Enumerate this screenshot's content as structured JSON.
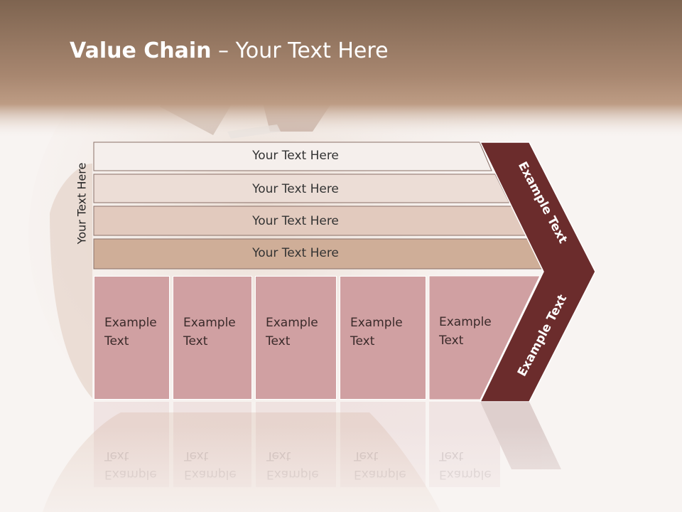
{
  "title": {
    "bold": "Value Chain",
    "rest": " – Your Text Here"
  },
  "side_label": "Your Text Here",
  "layers": [
    {
      "label": "Your Text Here"
    },
    {
      "label": "Your Text Here"
    },
    {
      "label": "Your Text Here"
    },
    {
      "label": "Your Text Here"
    }
  ],
  "boxes": [
    {
      "text": "Example\nText"
    },
    {
      "text": "Example\nText"
    },
    {
      "text": "Example\nText"
    },
    {
      "text": "Example\nText"
    },
    {
      "text": "Example\nText"
    }
  ],
  "chevron": {
    "upper": "Example Text",
    "lower": "Example Text"
  },
  "colors": {
    "header": "#9e7a62",
    "chevron": "#6b2c2c",
    "box_fill": "#d0a0a2",
    "layer_fills": [
      "#f5efec",
      "#ecddd6",
      "#e2cabe",
      "#cfae98"
    ]
  }
}
